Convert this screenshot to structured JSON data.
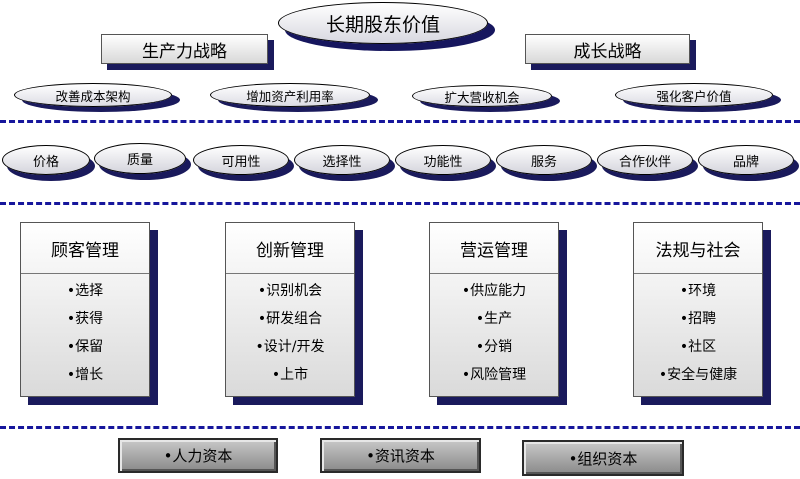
{
  "top_goal": "长期股东价值",
  "strategies": {
    "left": "生产力战略",
    "right": "成长战略"
  },
  "objectives": [
    "改善成本架构",
    "增加资产利用率",
    "扩大营收机会",
    "强化客户价值"
  ],
  "attributes": [
    "价格",
    "质量",
    "可用性",
    "选择性",
    "功能性",
    "服务",
    "合作伙伴",
    "品牌"
  ],
  "processes": [
    {
      "title": "顾客管理",
      "items": [
        "•选择",
        "•获得",
        "•保留",
        "•增长"
      ]
    },
    {
      "title": "创新管理",
      "items": [
        "•识别机会",
        "•研发组合",
        "•设计/开发",
        "•上市"
      ]
    },
    {
      "title": "营运管理",
      "items": [
        "•供应能力",
        "•生产",
        "•分销",
        "•风险管理"
      ]
    },
    {
      "title": "法规与社会",
      "items": [
        "•环境",
        "•招聘",
        "•社区",
        "•安全与健康"
      ]
    }
  ],
  "capitals": [
    "•人力资本",
    "•资讯资本",
    "•组织资本"
  ],
  "colors": {
    "shadow": "#1a1a5c",
    "dash": "#16169c",
    "capital_fill": "#a8a8a8"
  }
}
